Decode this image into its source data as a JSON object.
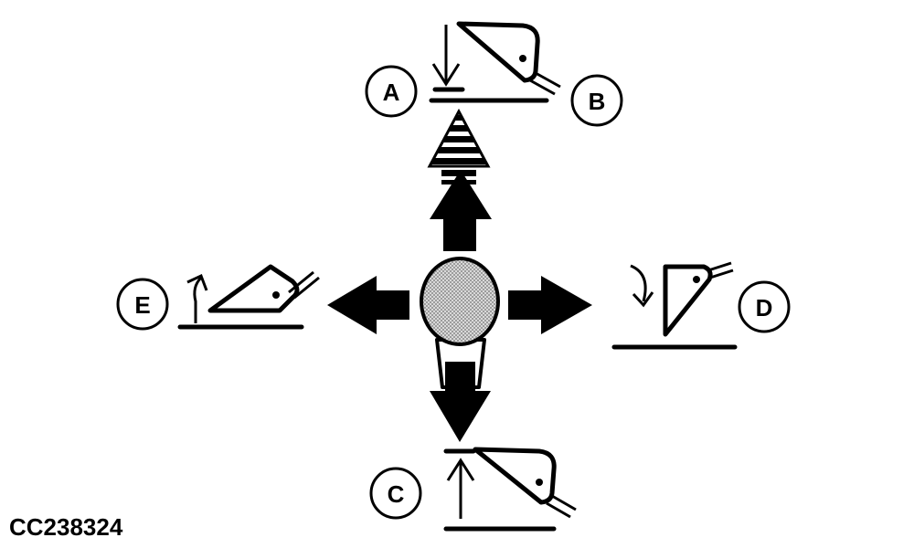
{
  "labels": {
    "a": "A",
    "b": "B",
    "c": "C",
    "d": "D",
    "e": "E"
  },
  "figure_code": "CC238324",
  "colors": {
    "ink": "#000000",
    "knob_fill": "#c8c8c8",
    "background": "#ffffff"
  }
}
